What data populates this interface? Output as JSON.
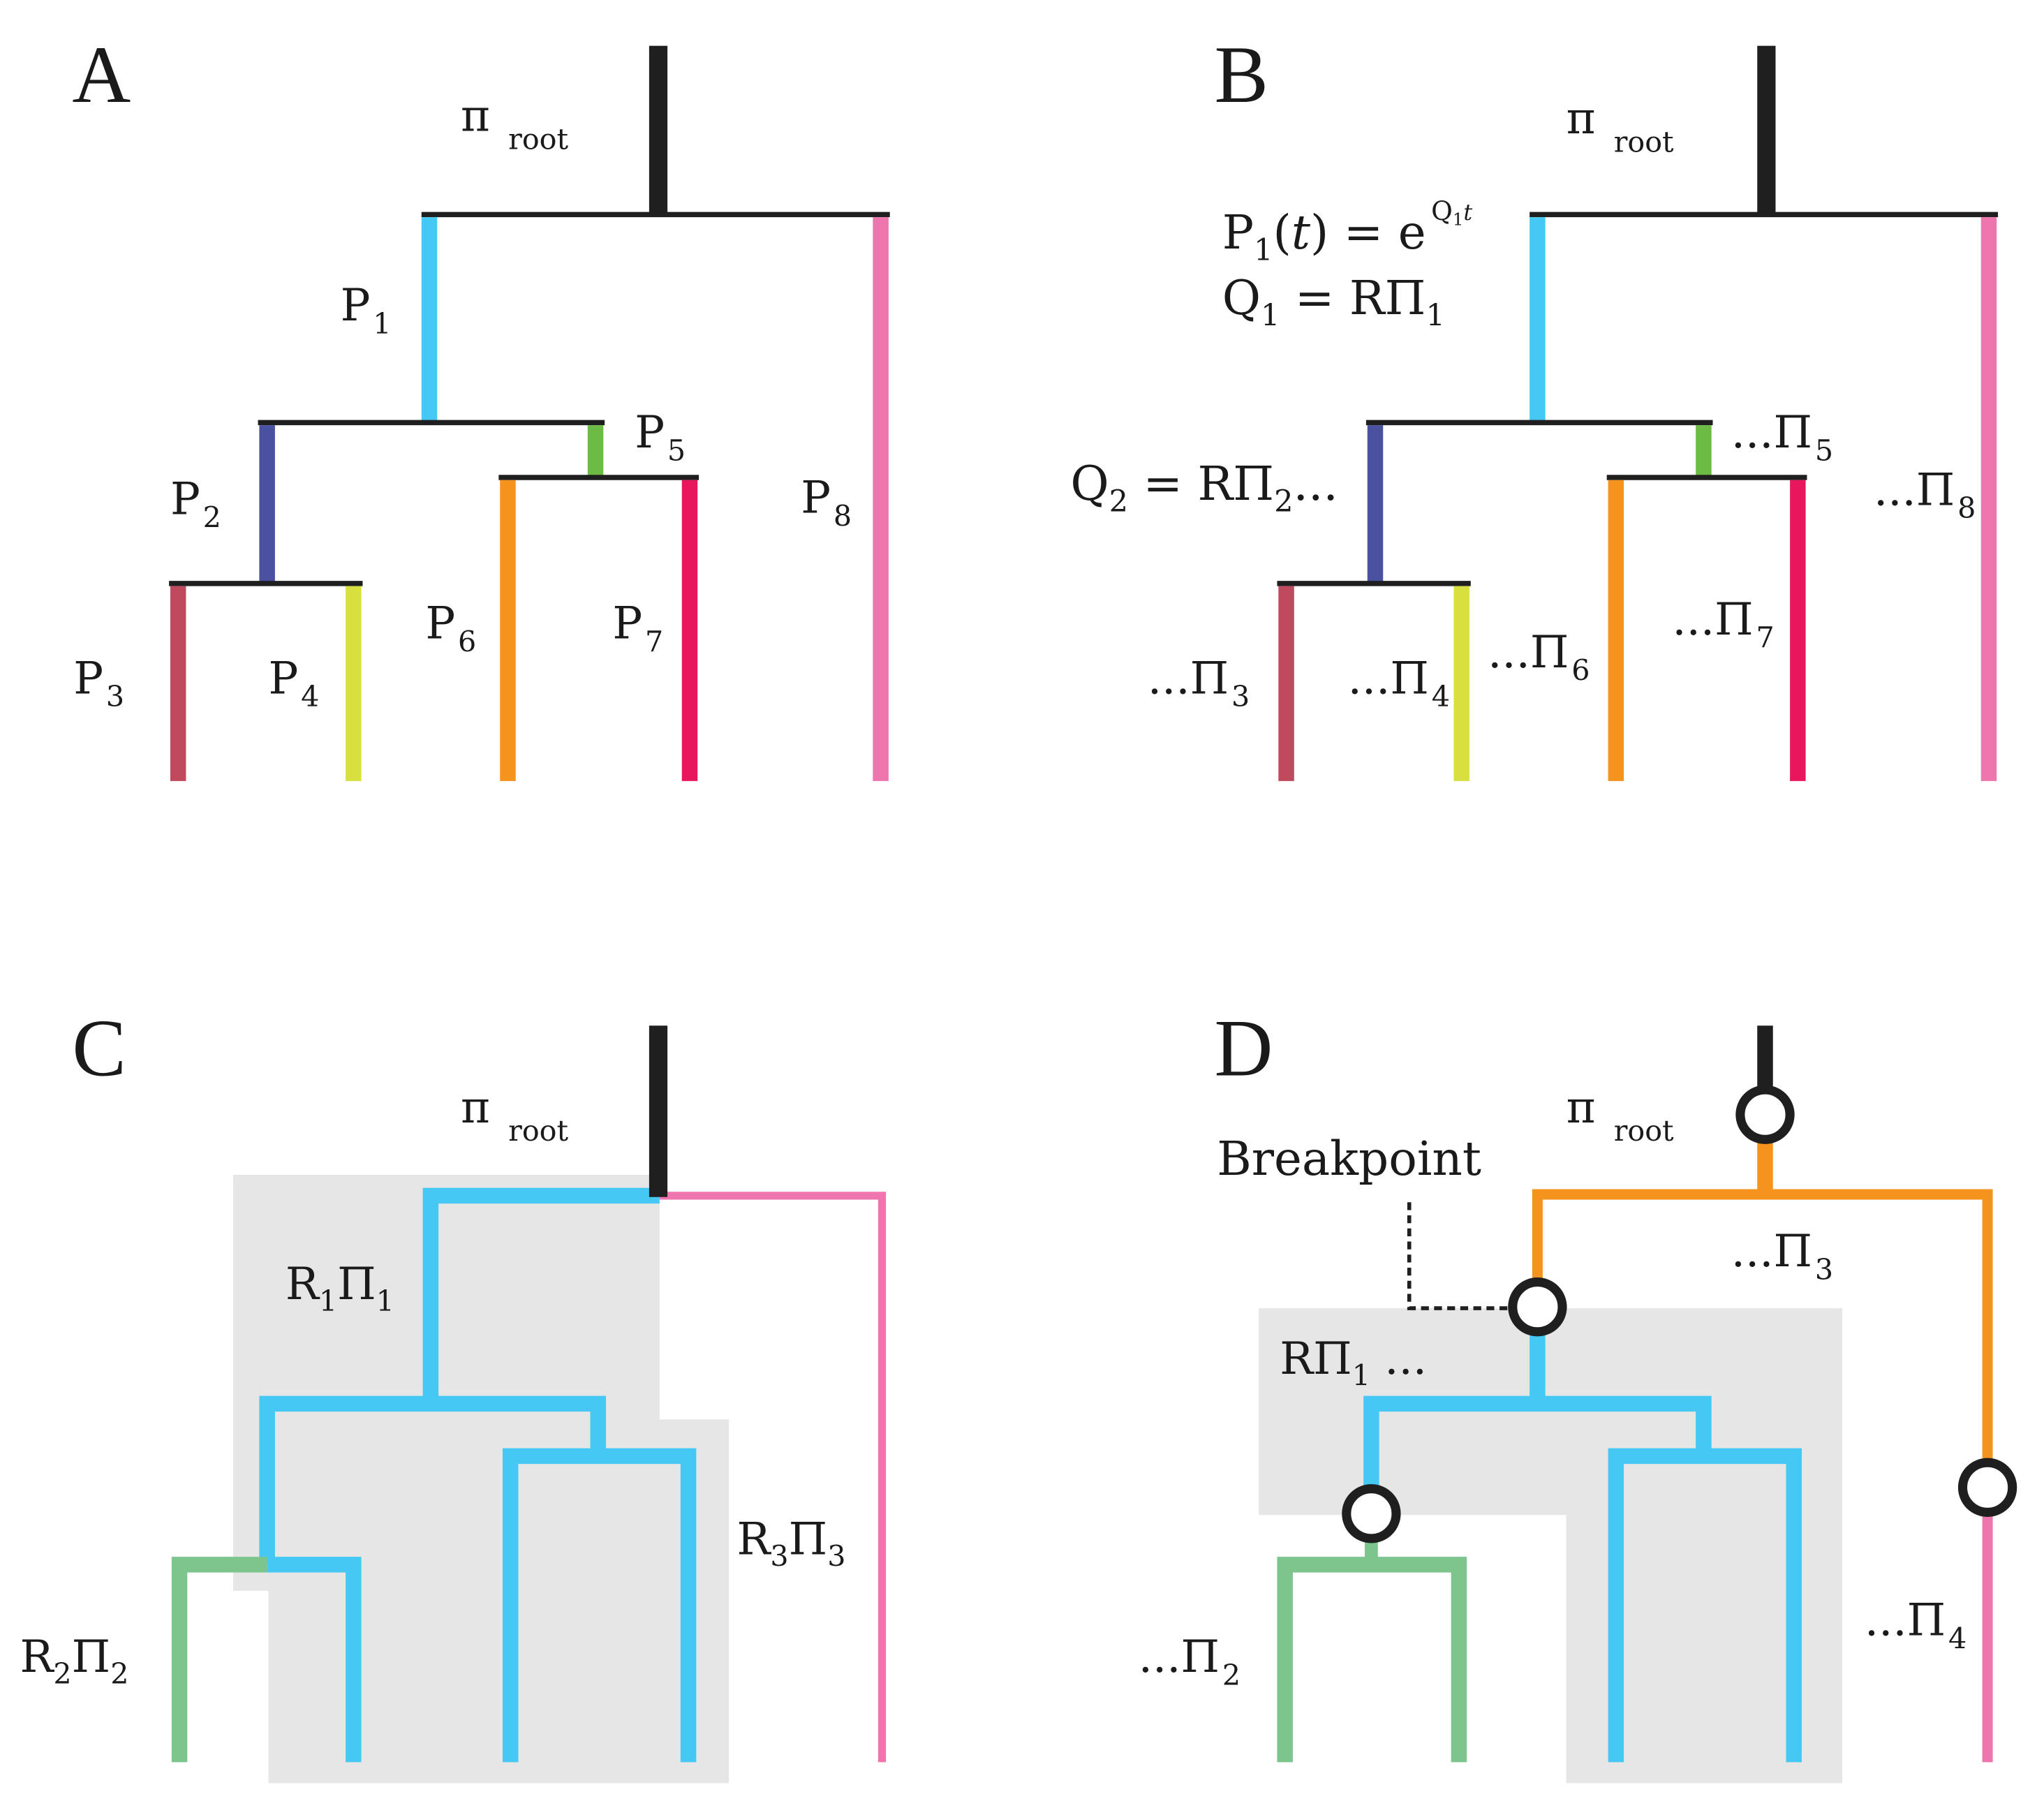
{
  "colors": {
    "black": "#1f1f1f",
    "cyan": "#45c8f4",
    "pink": "#ee75ad",
    "indigo": "#4a52a0",
    "green": "#6cbb44",
    "orange": "#f5931f",
    "crimson": "#e8175d",
    "brick": "#bf4a5e",
    "yellow": "#d8e040",
    "mint": "#7cc58c",
    "shade": "#e6e6e6"
  },
  "panels": {
    "a": {
      "letter": "A",
      "pi": "π",
      "root": "root",
      "labels": [
        {
          "base": "P",
          "sub": "1"
        },
        {
          "base": "P",
          "sub": "2"
        },
        {
          "base": "P",
          "sub": "3"
        },
        {
          "base": "P",
          "sub": "4"
        },
        {
          "base": "P",
          "sub": "5"
        },
        {
          "base": "P",
          "sub": "6"
        },
        {
          "base": "P",
          "sub": "7"
        },
        {
          "base": "P",
          "sub": "8"
        }
      ]
    },
    "b": {
      "letter": "B",
      "pi": "π",
      "root": "root",
      "eq1": {
        "pre": "P",
        "sub": "1",
        "mid": "(",
        "t": "t",
        "post": ") = e",
        "sup": "Q",
        "supsub": "1",
        "supt": "t"
      },
      "eq2": {
        "pre": "Q",
        "sub": "1",
        "post": " = RΠ",
        "sub2": "1"
      },
      "eq3": {
        "pre": "Q",
        "sub": "2",
        "post": " = RΠ",
        "sub2": "2",
        "tail": "..."
      },
      "labels": [
        {
          "base": "...Π",
          "sub": "3"
        },
        {
          "base": "...Π",
          "sub": "4"
        },
        {
          "base": "...Π",
          "sub": "5"
        },
        {
          "base": "...Π",
          "sub": "6"
        },
        {
          "base": "...Π",
          "sub": "7"
        },
        {
          "base": "...Π",
          "sub": "8"
        }
      ]
    },
    "c": {
      "letter": "C",
      "pi": "π",
      "root": "root",
      "labels": [
        {
          "base": "R",
          "sub": "1",
          "base2": "Π",
          "sub2": "1"
        },
        {
          "base": "R",
          "sub": "2",
          "base2": "Π",
          "sub2": "2"
        },
        {
          "base": "R",
          "sub": "3",
          "base2": "Π",
          "sub2": "3"
        }
      ]
    },
    "d": {
      "letter": "D",
      "pi": "π",
      "root": "root",
      "breakpoint": "Breakpoint",
      "rpi": {
        "base": "RΠ",
        "sub": "1",
        "tail": " ..."
      },
      "labels": [
        {
          "base": "...Π",
          "sub": "3"
        },
        {
          "base": "...Π",
          "sub": "2"
        },
        {
          "base": "...Π",
          "sub": "4"
        }
      ]
    }
  }
}
